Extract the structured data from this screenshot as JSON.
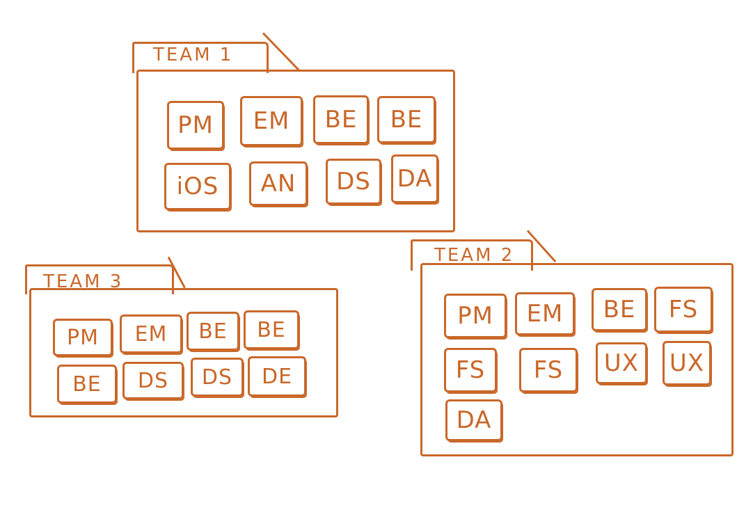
{
  "teams": [
    {
      "id": "team1",
      "label": "TEAM 1",
      "members": [
        "PM",
        "EM",
        "BE",
        "BE",
        "iOS",
        "AN",
        "DS",
        "DA"
      ]
    },
    {
      "id": "team2",
      "label": "TEAM 2",
      "members": [
        "PM",
        "EM",
        "BE",
        "FS",
        "FS",
        "FS",
        "UX",
        "UX",
        "DA"
      ]
    },
    {
      "id": "team3",
      "label": "TEAM 3",
      "members": [
        "PM",
        "EM",
        "BE",
        "BE",
        "BE",
        "DS",
        "DS",
        "DE"
      ]
    }
  ],
  "colors": {
    "ink": "#c9682a",
    "background": "#ffffff"
  }
}
